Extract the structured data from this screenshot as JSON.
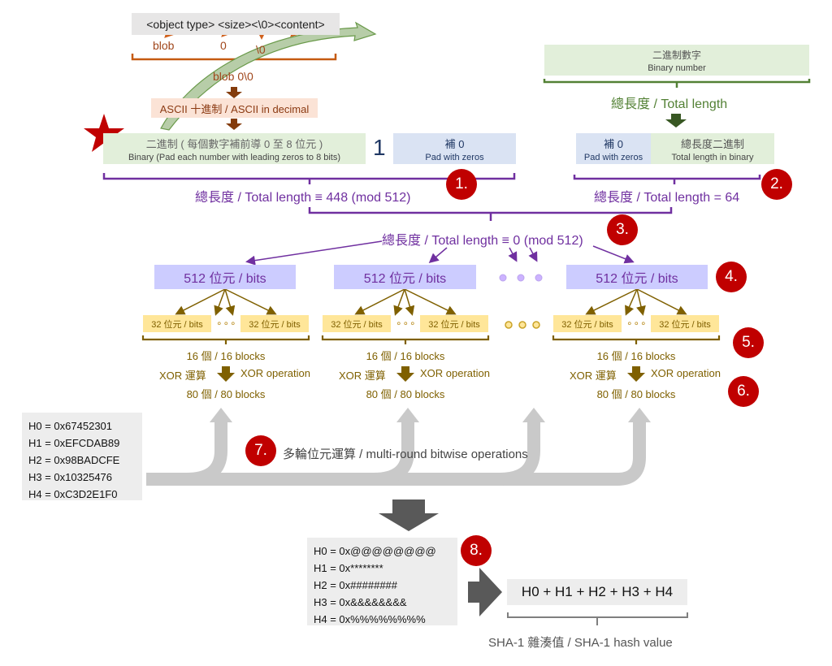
{
  "header": {
    "object_format": "<object type> <size><\\0><content>",
    "parts": [
      "blob",
      "0",
      "\\0"
    ],
    "combined": "blob 0\\0",
    "ascii_label": "ASCII 十進制 / ASCII in decimal"
  },
  "binary_step": {
    "zh": "二進制 ( 每個數字補前導 0 至 8 位元 )",
    "en": "Binary (Pad each number with leading zeros to 8 bits)",
    "one_bit": "1",
    "pad_zh": "補 0",
    "pad_en": "Pad with zeros",
    "total_448": "總長度 / Total length ≡ 448 (mod 512)"
  },
  "length_step": {
    "binary_number_zh": "二進制數字",
    "binary_number_en": "Binary number",
    "total_length": "總長度 / Total length",
    "pad_zh": "補 0",
    "pad_en": "Pad with zeros",
    "len_bin_zh": "總長度二進制",
    "len_bin_en": "Total length in binary",
    "total_64": "總長度 / Total length = 64"
  },
  "merge_step": {
    "total_0": "總長度 / Total length ≡ 0 (mod 512)"
  },
  "blocks": {
    "block512_label": "512 位元 / bits",
    "block32_label": "32 位元 / bits",
    "ellipsis": "∘∘∘",
    "count16": "16 個 / 16 blocks",
    "xor_zh": "XOR 運算",
    "xor_en": "XOR operation",
    "count80": "80 個 / 80 blocks"
  },
  "initial_hash": [
    "H0 = 0x67452301",
    "H1 = 0xEFCDAB89",
    "H2 = 0x98BADCFE",
    "H3 = 0x10325476",
    "H4 = 0xC3D2E1F0"
  ],
  "rounds_label": "多輪位元運算 / multi-round bitwise operations",
  "final_hash": [
    "H0 = 0x@@@@@@@@",
    "H1 = 0x********",
    "H2 = 0x########",
    "H3 = 0x&&&&&&&&",
    "H4 = 0x%%%%%%%%"
  ],
  "sum_expr": "H0 + H1 + H2 + H3 + H4",
  "sha1_label": "SHA-1 雜湊值 / SHA-1 hash value",
  "steps": [
    "1.",
    "2.",
    "3.",
    "4.",
    "5.",
    "6.",
    "7.",
    "8."
  ],
  "colors": {
    "badge": "#c00000",
    "purple": "#7030a0",
    "green": "#538135",
    "brown": "#a0461b",
    "olive": "#7f6000",
    "star": "#c00000"
  }
}
